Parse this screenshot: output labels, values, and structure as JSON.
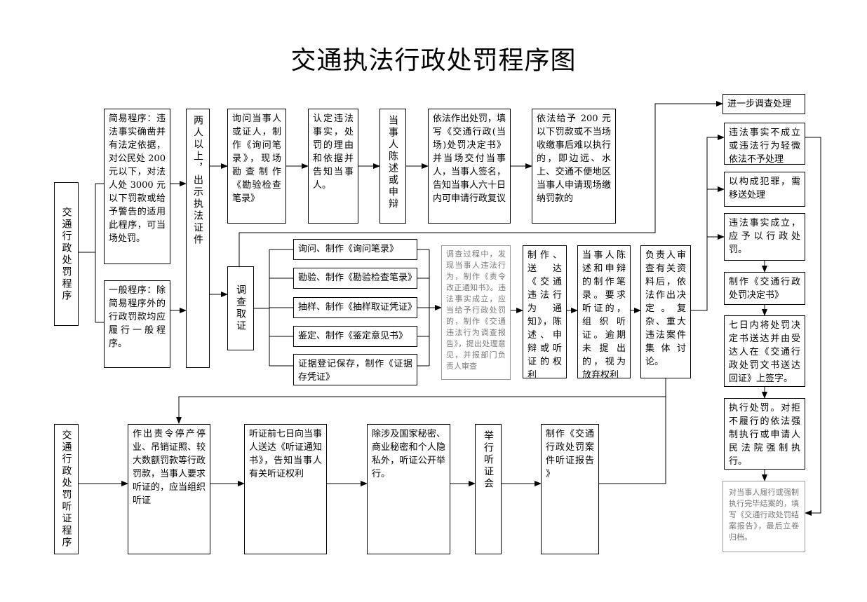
{
  "title": "交通执法行政处罚程序图",
  "nodes": {
    "main_label": "交通行政处罚程序",
    "simple_proc": "简易程序：违法事实确凿并有法定依据，对公民处 200 元以下，对法人处 3000 元以下罚款或给予警告的适用此程序，可当场处罚。",
    "general_proc": "一般程序：除简易程序外的行政罚款均应履行一般程序。",
    "two_persons": "两人以上，出示执法证件",
    "inquire": "询问当事人或证人，制作《询问笔录》，现场勘查制作《勘验检查笔录》",
    "confirm": "认定违法事实，处罚的理由和依据并告知当事人。",
    "party_state": "当事人陈述或申辩",
    "decide": "依法作出处罚，填写《交通行政(当场)处罚决定书》并当场交付当事人，当事人签名，告知当事人六十日内可申请行政复议",
    "fine_collect": "依法给予 200 元以下罚款或不当场收缴事后难以执行的，即边远、水上、交通不便地区当事人申请现场缴纳罚款的",
    "investigate": "调查取证",
    "sub1": "询问、制作《询问笔录》",
    "sub2": "勘验、制作《勘验检查笔录》",
    "sub3": "抽样、制作《抽样取证凭证》",
    "sub4": "鉴定、制作《鉴定意见书》",
    "sub5": "证据登记保存，制作《证据存凭证》",
    "gray_note": "调查过程中，发现当事人违法行为，制作《责令改正通知书》。违法事实成立，应当给予行政处罚的，制作《交通违法行为调查报告》，提出处理意见，并报部门负责人审查",
    "deliver_notice": "制作、送达《交通违法行为通知》，陈述、申辩或听证的权利",
    "party_defend": "当事人陈述和申辩的制作笔录。要求听证的，组织听证。逾期未提出的，视为放弃权利",
    "leader_review": "负责人审查有关资料后，依法作出决定。复杂、重大违法案件集体讨论。",
    "further_inv": "进一步调查处理",
    "not_established": "违法事实不成立或违法行为轻微依法不予处理",
    "crime": "以构成犯罪，需移送处理",
    "established": "违法事实成立，应予以行政处罚。",
    "make_decision": "制作《交通行政处罚决定书》",
    "seven_days": "七日内将处罚决定书送达并由受达人在《交通行政处罚文书送达回证》上签字。",
    "execute": "执行处罚。对拒不履行的依法强制执行或申请人民法院强制执行。",
    "close_case": "对当事人履行或强制执行完毕结案的，填写《交通行政处罚结案报告》，最后立卷归档。",
    "hearing_label": "交通行政处罚听证程序",
    "hear1": "作出责令停产停业、吊销证照、较大数额罚款等行政罚款，当事人要求听证的，应当组织听证",
    "hear2": "听证前七日向当事人送达《听证通知书》，告知当事人有关听证权利",
    "hear3": "除涉及国家秘密、商业秘密和个人隐私外，听证公开举行。",
    "hear4": "举行听证会",
    "hear5": "制作《交通行政处罚案件听证报告 》"
  }
}
